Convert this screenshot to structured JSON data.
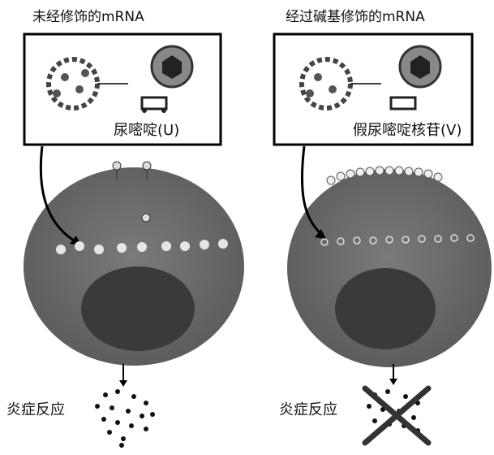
{
  "left": {
    "title": "未经修饰的mRNA",
    "nucleoside_label": "尿嘧啶(U)",
    "response_label": "炎症反应"
  },
  "right": {
    "title": "经过碱基修饰的mRNA",
    "nucleoside_label": "假尿嘧啶核苷(V)",
    "response_label": "炎症反应"
  },
  "colors": {
    "cell": "#6e6e6e",
    "nucleus": "#3a3a3a",
    "box": "#000000",
    "dot": "#111111"
  }
}
